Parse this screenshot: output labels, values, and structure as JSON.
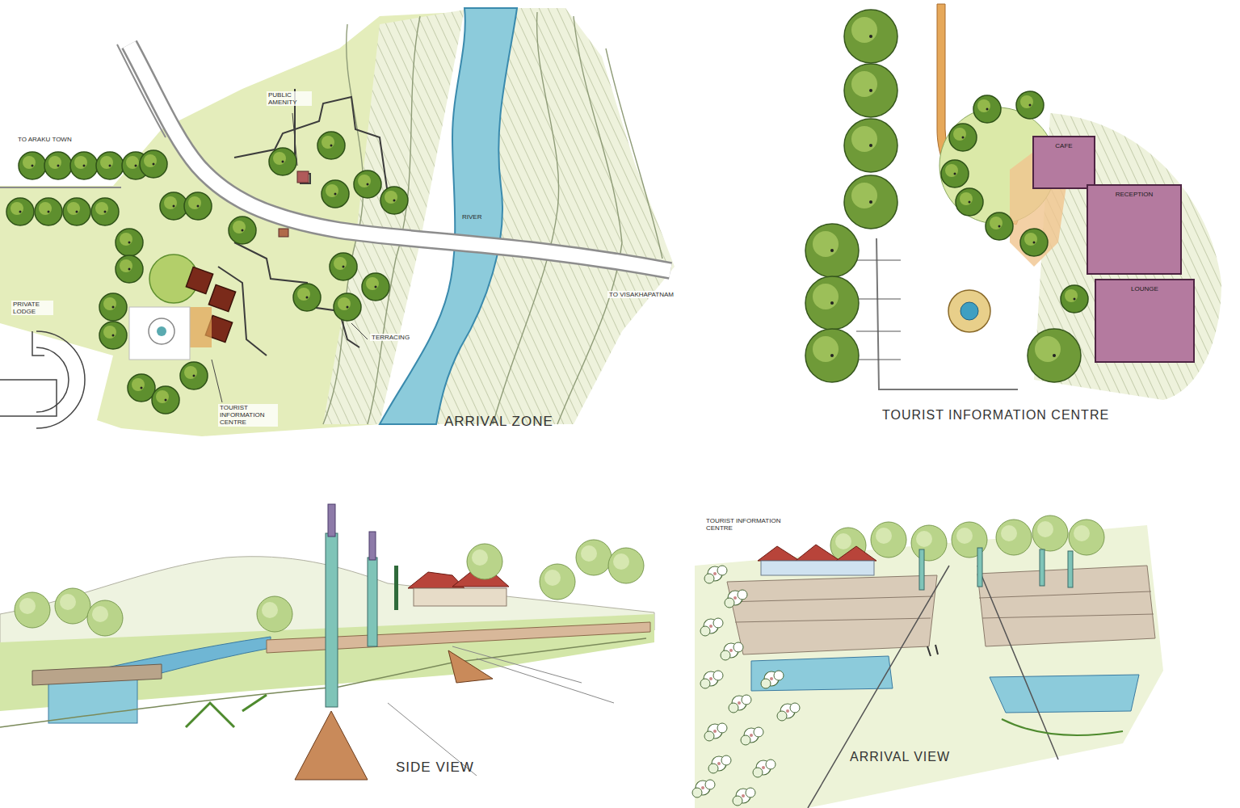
{
  "diagram": {
    "nodes": [
      {
        "text": [
          "CAFE"
        ]
      },
      {
        "text": [
          "RECEPTION"
        ]
      },
      {
        "text": [
          "LOUNGE"
        ]
      }
    ],
    "labels": [
      "TO ARAKU TOWN",
      "PUBLIC AMENITY",
      "PRIVATE LODGE",
      "TOURIST INFORMATION CENTRE",
      "TERRACING",
      "RIVER",
      "TO VISAKHAPATNAM",
      "ARRIVAL ZONE",
      "TOURIST INFORMATION CENTRE",
      "TOURIST INFORMATION CENTRE",
      "SIDE VIEW",
      "ARRIVAL VIEW"
    ]
  }
}
